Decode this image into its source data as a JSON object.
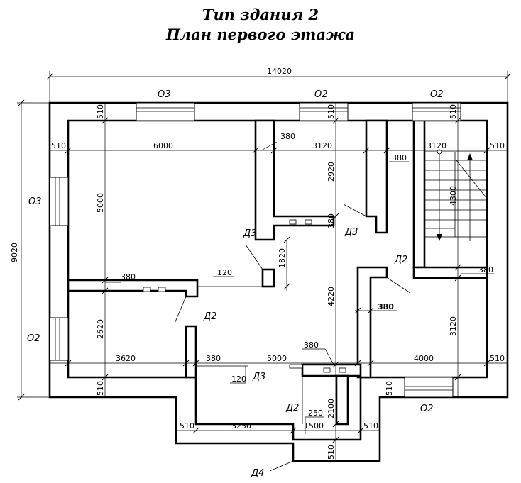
{
  "title": {
    "line1": "Тип здания 2",
    "line2": "План первого этажа"
  },
  "dimensions": {
    "overall_width": "14020",
    "overall_height": "9020",
    "d_510_top_left": "510",
    "d_510_top_mid": "510",
    "d_510_top_right": "510",
    "d_510_left": "510",
    "d_6000": "6000",
    "d_3120_top": "3120",
    "d_3120_stair": "3120",
    "d_510_right": "510",
    "d_380_a": "380",
    "d_380_b": "380",
    "d_2920": "2920",
    "d_4300": "4300",
    "d_5000_v": "5000",
    "d_380_mid": "380",
    "d_1820": "1820",
    "d_120_a": "120",
    "d_380_stair": "380",
    "d_380_bold": "380",
    "d_4220": "4220",
    "d_2620": "2620",
    "d_3620": "3620",
    "d_380_bottom": "380",
    "d_5000_h": "5000",
    "d_380_e": "380",
    "d_4000": "4000",
    "d_510_r2": "510",
    "d_3120_v": "3120",
    "d_120_b": "120",
    "d_510_bl": "510",
    "d_510_br": "510",
    "d_2100": "2100",
    "d_250": "250",
    "d_510_bot_l": "510",
    "d_3250": "3250",
    "d_1500": "1500",
    "d_510_bot_r": "510",
    "d_510_entry": "510"
  },
  "labels": {
    "o3_top": "О3",
    "o2_top_mid": "О2",
    "o2_top_right": "О2",
    "o3_left": "О3",
    "o2_left": "О2",
    "o2_bottom": "О2",
    "d3_a": "Д3",
    "d3_b": "Д3",
    "d2_a": "Д2",
    "d2_b": "Д2",
    "d3_c": "Д3",
    "d2_c": "Д2",
    "d4": "Д4"
  }
}
